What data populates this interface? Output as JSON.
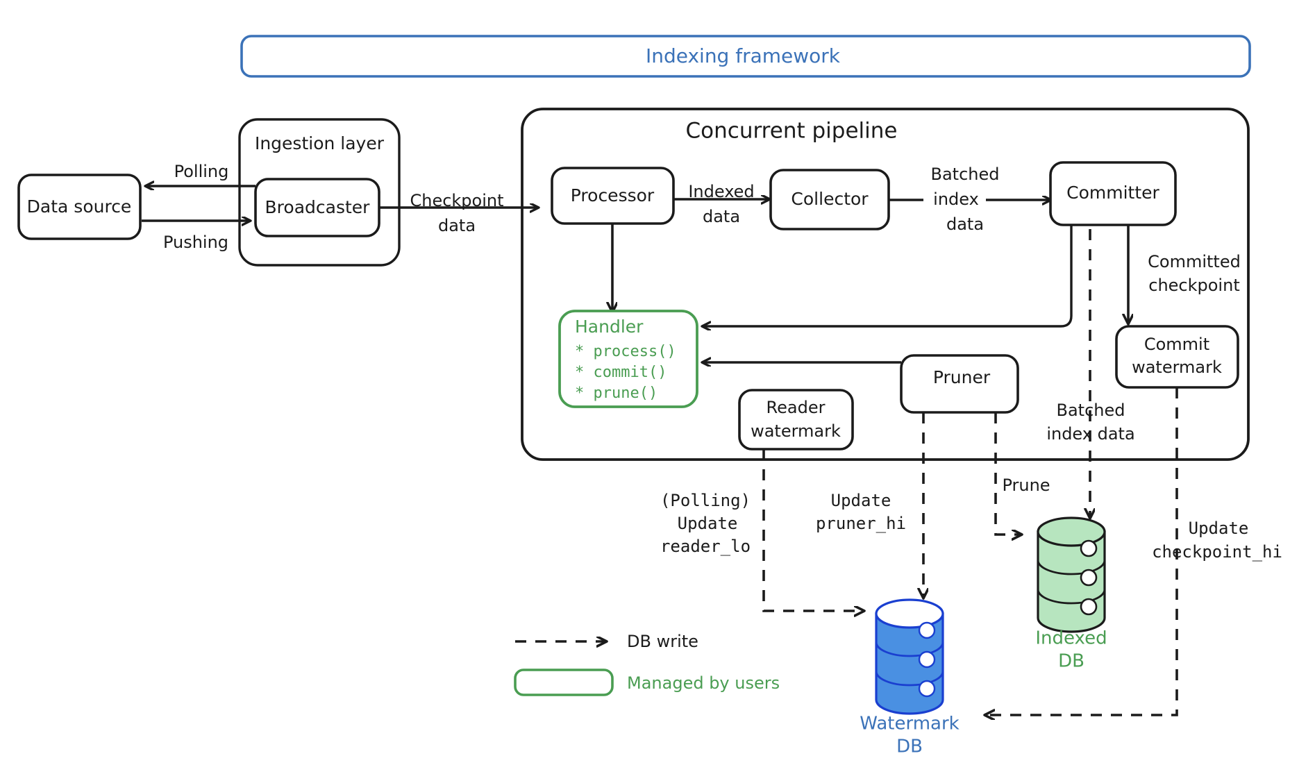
{
  "colors": {
    "blue_frame": "#3b72b8",
    "blue_text": "#3b72b8",
    "green": "#4a9d52",
    "green_fill": "#b7e5bf",
    "db_blue_fill": "#4a90e2",
    "db_blue_stroke": "#1a3fd0",
    "ink": "#1b1b1b",
    "white": "#ffffff"
  },
  "framework": {
    "title": "Indexing framework"
  },
  "ingestion": {
    "title": "Ingestion layer",
    "broadcaster": "Broadcaster"
  },
  "data_source": {
    "label": "Data source"
  },
  "pipeline": {
    "title": "Concurrent pipeline",
    "nodes": {
      "processor": "Processor",
      "collector": "Collector",
      "committer": "Committer",
      "commit_watermark_line1": "Commit",
      "commit_watermark_line2": "watermark",
      "reader_watermark_line1": "Reader",
      "reader_watermark_line2": "watermark",
      "pruner": "Pruner"
    },
    "handler": {
      "title": "Handler",
      "methods": [
        "* process()",
        "* commit()",
        "* prune()"
      ]
    }
  },
  "edges": {
    "polling": "Polling",
    "pushing": "Pushing",
    "checkpoint_data_line1": "Checkpoint",
    "checkpoint_data_line2": "data",
    "indexed_data_line1": "Indexed",
    "indexed_data_line2": "data",
    "batched_index_data_line1": "Batched",
    "batched_index_data_line2": "index",
    "batched_index_data_line3": "data",
    "committed_checkpoint_line1": "Committed",
    "committed_checkpoint_line2": "checkpoint",
    "batched_index_data2_line1": "Batched",
    "batched_index_data2_line2": "index data",
    "prune": "Prune",
    "polling_update_line1": "(Polling)",
    "polling_update_line2": "Update",
    "polling_update_line3": "reader_lo",
    "update_pruner_line1": "Update",
    "update_pruner_line2": "pruner_hi",
    "update_checkpoint_line1": "Update",
    "update_checkpoint_line2": "checkpoint_hi"
  },
  "databases": {
    "watermark_line1": "Watermark",
    "watermark_line2": "DB",
    "indexed_line1": "Indexed",
    "indexed_line2": "DB"
  },
  "legend": {
    "db_write": "DB write",
    "managed_by_users": "Managed by users"
  }
}
